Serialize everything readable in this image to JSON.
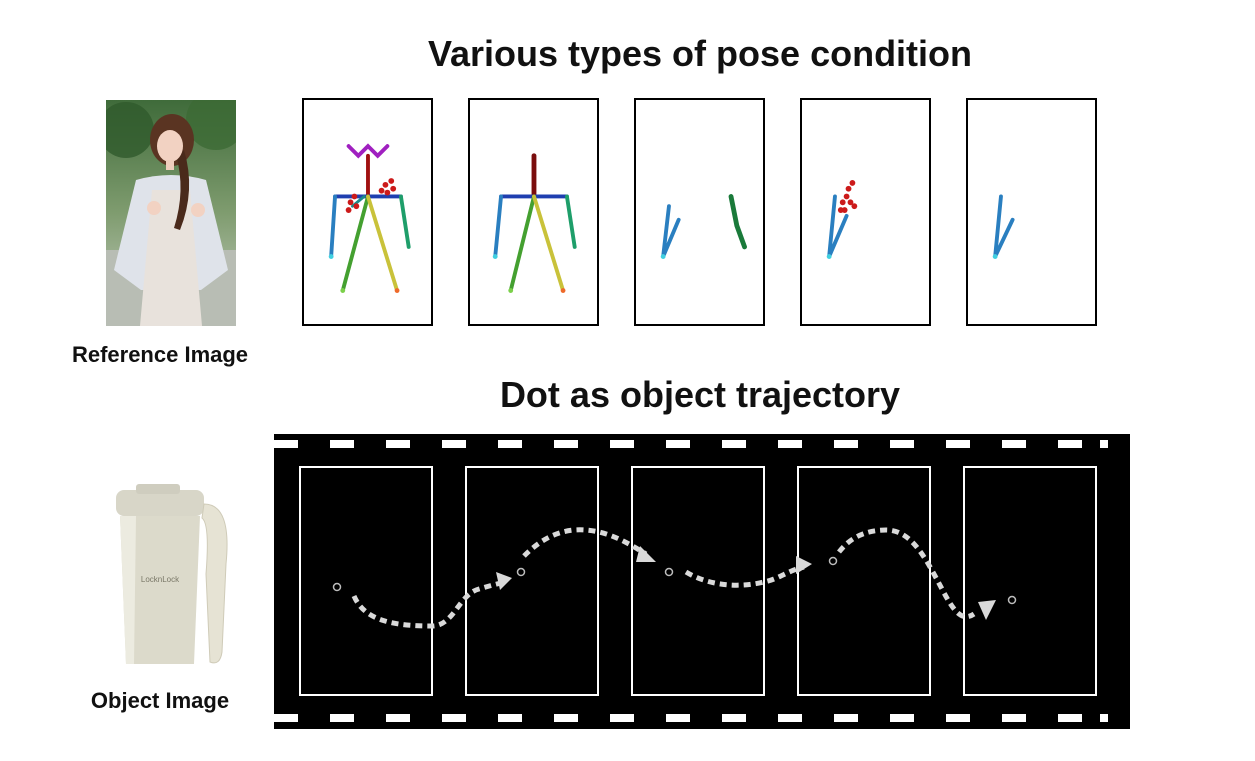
{
  "pose_section": {
    "title": "Various types of pose condition",
    "reference_caption": "Reference Image",
    "frame_count": 5
  },
  "trajectory_section": {
    "title": "Dot as object trajectory",
    "object_caption": "Object Image",
    "frame_count": 5
  },
  "colors": {
    "film": "#000000",
    "frame_outline": "#ffffff",
    "trajectory": "#d9d9d9"
  }
}
